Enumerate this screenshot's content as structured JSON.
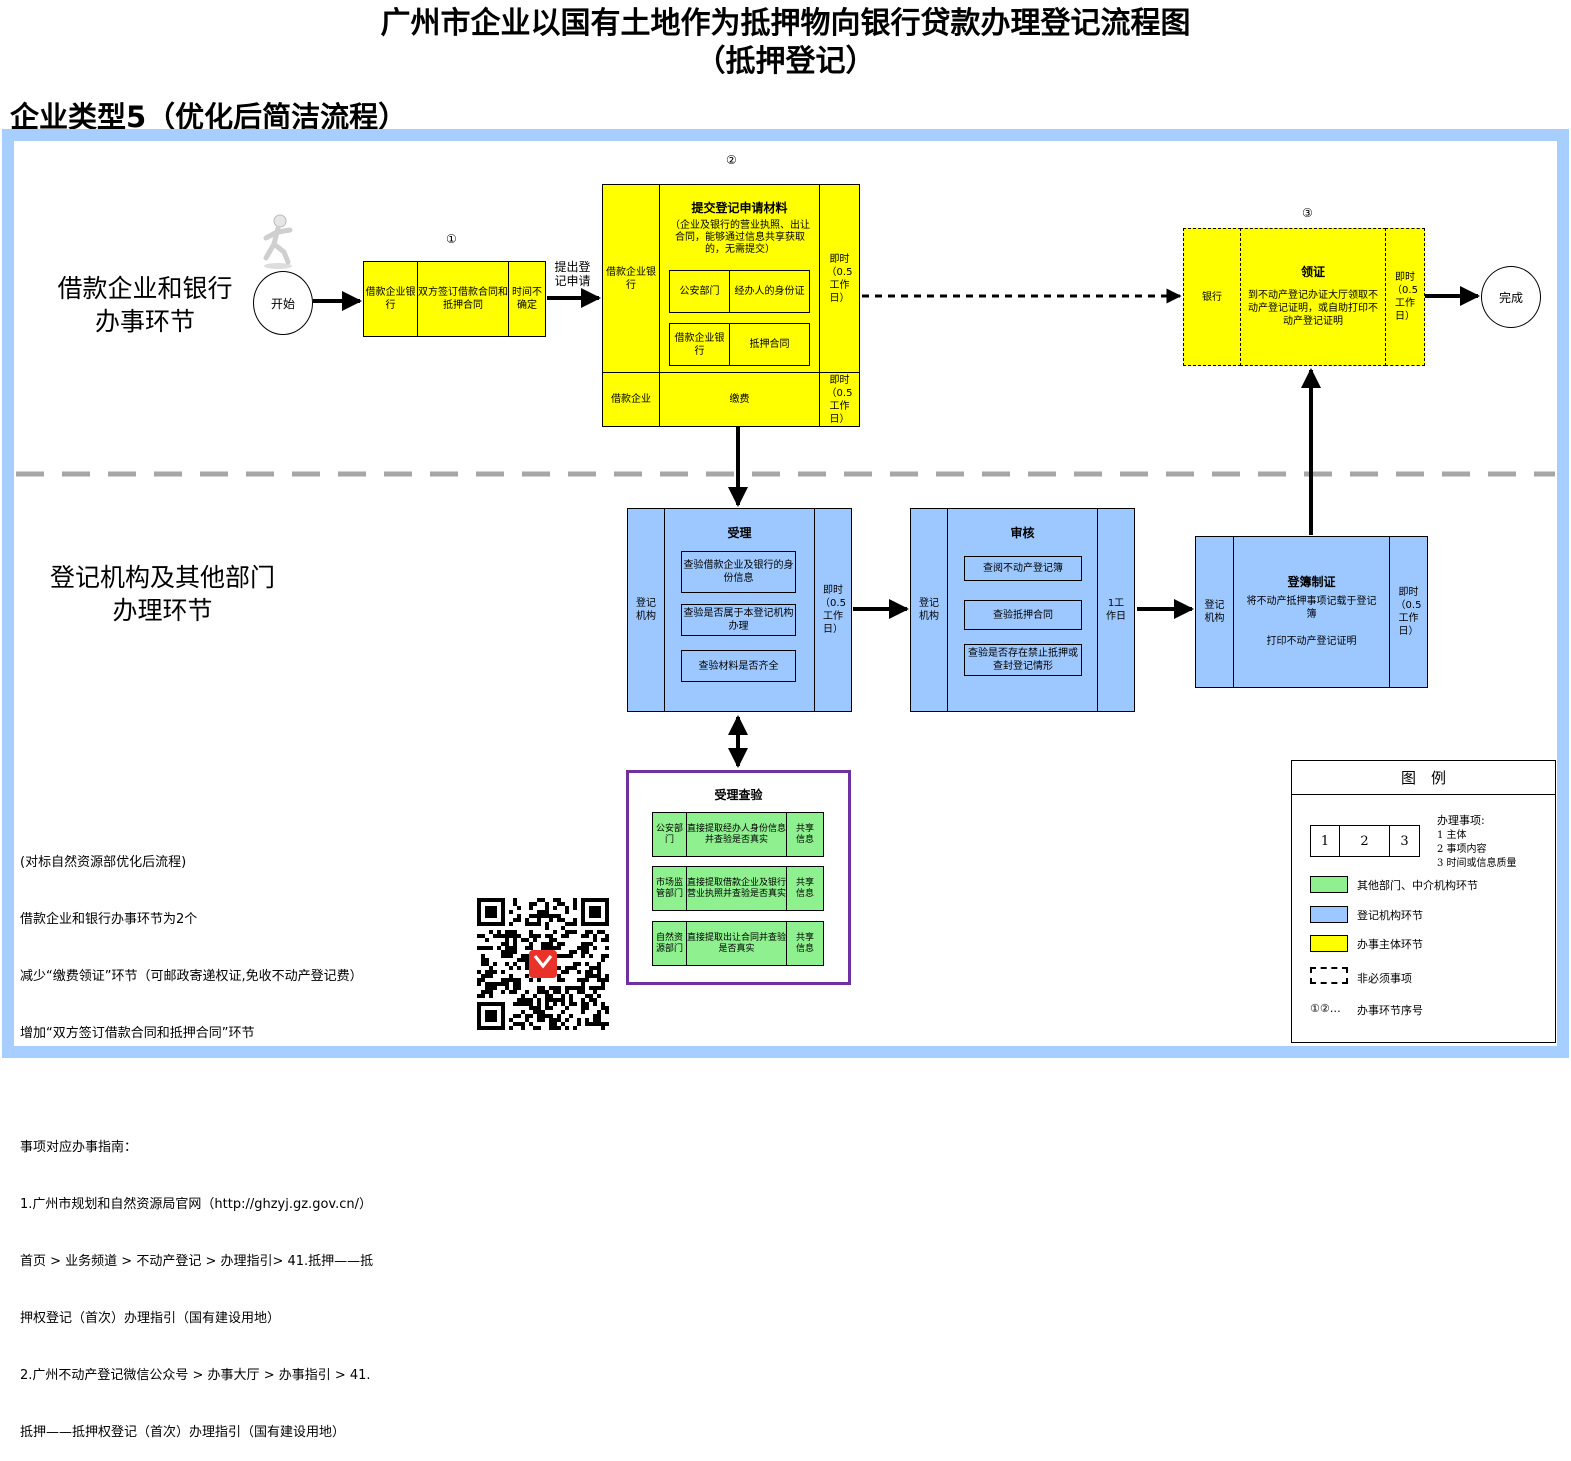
{
  "header": {
    "title": "广州市企业以国有土地作为抵押物向银行贷款办理登记流程图",
    "subtitle": "（抵押登记）",
    "category": "企业类型5（优化后简洁流程）"
  },
  "lanes": {
    "top_line1": "借款企业和银行",
    "top_line2": "办事环节",
    "bottom_line1": "登记机构及其他部门",
    "bottom_line2": "办理环节"
  },
  "flow": {
    "start": "开始",
    "end": "完成",
    "step_numbers": [
      "①",
      "②",
      "③"
    ],
    "step1": {
      "subject": "借款企业银行",
      "content": "双方签订借款合同和抵押合同",
      "time": "时间不确定"
    },
    "arrow_label": "提出登记申请",
    "step2": {
      "subject": "借款企业银行",
      "title": "提交登记申请材料",
      "desc": "（企业及银行的营业执照、出让合同，能够通过信息共享获取的，无需提交）",
      "item1_org": "公安部门",
      "item1_text": "经办人的身份证",
      "item2_org": "借款企业银行",
      "item2_text": "抵押合同",
      "time": "即时（0.5工作日）",
      "fee_subject": "借款企业",
      "fee_text": "缴费",
      "fee_time": "即时（0.5工作日）"
    },
    "step3": {
      "subject": "银行",
      "title": "领证",
      "desc": "到不动产登记办证大厅领取不动产登记证明，或自助打印不动产登记证明",
      "time": "即时（0.5工作日）"
    },
    "accept": {
      "subject": "登记机构",
      "title": "受理",
      "items": [
        "查验借款企业及银行的身份信息",
        "查验是否属于本登记机构办理",
        "查验材料是否齐全"
      ],
      "time": "即时（0.5工作日）"
    },
    "review": {
      "subject": "登记机构",
      "title": "审核",
      "items": [
        "查阅不动产登记簿",
        "查验抵押合同",
        "查验是否存在禁止抵押或查封登记情形"
      ],
      "time": "1工作日"
    },
    "register": {
      "subject": "登记机构",
      "title": "登簿制证",
      "line1": "将不动产抵押事项记载于登记簿",
      "line2": "打印不动产登记证明",
      "time": "即时（0.5工作日）"
    },
    "verify": {
      "title": "受理查验",
      "rows": [
        {
          "org": "公安部门",
          "text": "直接提取经办人身份信息并查验是否真实",
          "tag": "共享信息"
        },
        {
          "org": "市场监管部门",
          "text": "直接提取借款企业及银行营业执照并查验是否真实",
          "tag": "共享信息"
        },
        {
          "org": "自然资源部门",
          "text": "直接提取出让合同并查验是否真实",
          "tag": "共享信息"
        }
      ]
    }
  },
  "notes": {
    "lines": [
      "(对标自然资源部优化后流程)",
      "借款企业和银行办事环节为2个",
      "减少“缴费领证”环节（可邮政寄递权证,免收不动产登记费）",
      "增加“双方签订借款合同和抵押合同”环节",
      "",
      "事项对应办事指南：",
      "1.广州市规划和自然资源局官网（http://ghzyj.gz.gov.cn/）",
      "首页 > 业务频道 > 不动产登记 > 办理指引> 41.抵押——抵",
      "押权登记（首次）办理指引（国有建设用地）",
      "2.广州不动产登记微信公众号 > 办事大厅 > 办事指引 > 41.",
      "抵押——抵押权登记（首次）办理指引（国有建设用地）"
    ]
  },
  "legend": {
    "title": "图　例",
    "cells": [
      "1",
      "2",
      "3"
    ],
    "items_title": "办理事项:",
    "items": [
      "1 主体",
      "2 事项内容",
      "3 时间或信息质量"
    ],
    "green": "其他部门、中介机构环节",
    "blue": "登记机构环节",
    "yellow": "办事主体环节",
    "dashed": "非必须事项",
    "seq_symbol": "①②…",
    "seq": "办事环节序号"
  },
  "colors": {
    "yellow": "#ffff00",
    "blue": "#9dc8ff",
    "green": "#8ef08e",
    "frame": "#a6cfff",
    "purple": "#7030a0"
  },
  "icons": [
    "runner-icon",
    "qr-code-icon"
  ]
}
